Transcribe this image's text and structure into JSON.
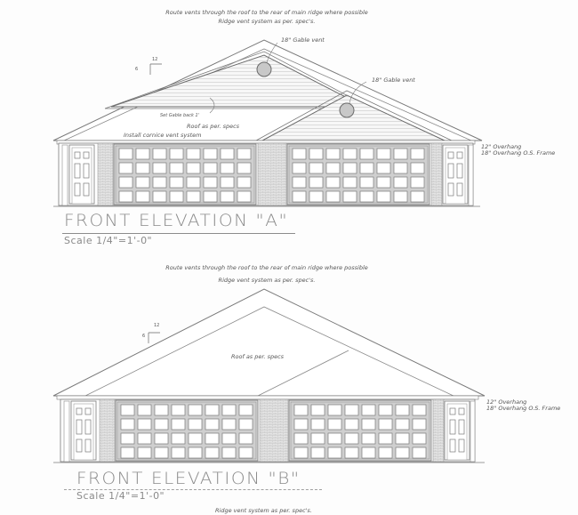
{
  "elevation_a": {
    "title": "FRONT ELEVATION  \"A\"",
    "scale": "Scale 1/4\"=1'-0\"",
    "notes": {
      "route_vents": "Route vents through the roof to the rear of main ridge where possible",
      "ridge_vent": "Ridge vent system as per. spec's.",
      "gable_vent_main": "18\" Gable vent",
      "gable_vent_secondary": "18\" Gable vent",
      "set_gable_back": "Set Gable back 1'",
      "roof": "Roof as per. specs",
      "cornice": "Install cornice vent system",
      "overhang_12": "12\" Overhang",
      "overhang_18": "18\" Overhang O.S. Frame"
    },
    "pitch": {
      "rise": "6",
      "run": "12"
    }
  },
  "elevation_b": {
    "title": "FRONT ELEVATION  \"B\"",
    "scale": "Scale 1/4\"=1'-0\"",
    "notes": {
      "route_vents": "Route vents through the roof to the rear of main ridge where possible",
      "ridge_vent": "Ridge vent system as per. spec's.",
      "roof": "Roof as per. specs",
      "overhang_12": "12\" Overhang",
      "overhang_18": "18\" Overhang O.S. Frame",
      "ridge_vent_bottom": "Ridge vent system as per. spec's."
    },
    "pitch": {
      "rise": "6",
      "run": "12"
    }
  },
  "components": {
    "garage_door_panels": {
      "rows": 4,
      "columns": 8
    },
    "entry_door_panels": 6,
    "garage_doors_per_elevation": 2,
    "entry_doors_per_elevation": 2
  },
  "colors": {
    "line": "#7a7a7a",
    "text": "#555555",
    "title": "#8a8a8a",
    "brick": "#d8d8d8",
    "paper": "#fdfdfd"
  }
}
